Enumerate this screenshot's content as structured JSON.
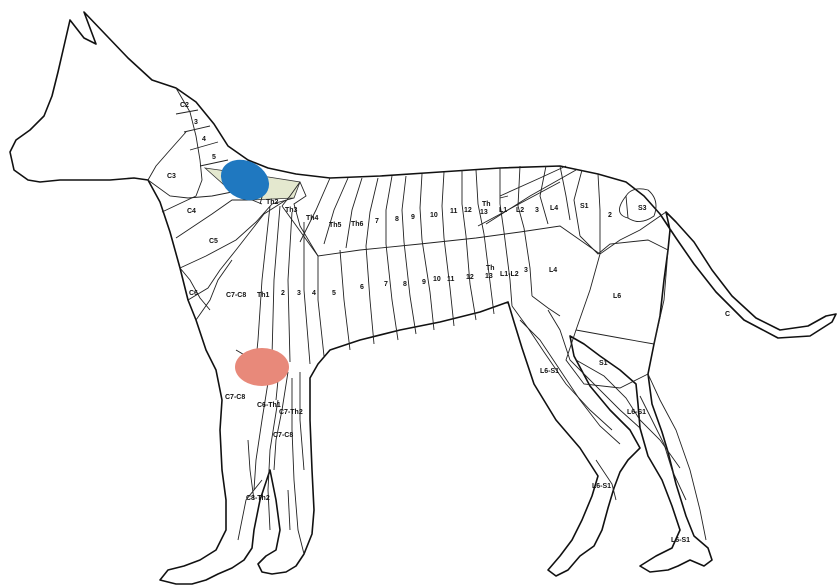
{
  "colors": {
    "outline": "#111111",
    "highlight_shoulder": "#1f78c0",
    "highlight_elbow": "#e8897a",
    "highlight_band": "#e4e8cf"
  },
  "labels": {
    "C2": "C2",
    "c3_neck": "3",
    "c4_neck": "4",
    "c5_neck": "5",
    "C3": "C3",
    "C4": "C4",
    "C5": "C5",
    "C6": "C6",
    "C7C8": "C7-C8",
    "Th2": "Th2",
    "Th3": "Th3",
    "Th4": "Th4",
    "Th5": "Th5",
    "Th6": "Th6",
    "t7": "7",
    "t8": "8",
    "t9": "9",
    "t10": "10",
    "t11": "11",
    "t12": "12",
    "Th13": "Th\n13",
    "L1": "L1",
    "L2": "L2",
    "l3": "3",
    "L4": "L4",
    "S1_top": "S1",
    "s2": "2",
    "S3": "S3",
    "Th1": "Th1",
    "b2": "2",
    "b3": "3",
    "b4": "4",
    "b5": "5",
    "b6": "6",
    "b7": "7",
    "b8": "8",
    "b9": "9",
    "b10": "10",
    "b11": "11",
    "b12": "12",
    "bTh13": "Th\n13",
    "L1L2": "L1-L2",
    "b3L": "3",
    "L4_side": "L4",
    "L6": "L6",
    "S1_side": "S1",
    "C_tail": "C",
    "L6S1_thigh": "L6-S1",
    "L6S1_hock": "L6-S1",
    "L6S1_front": "L6-S1",
    "L6S1_paw": "L6-S1",
    "C7C8_leg": "C7-C8",
    "C6Th1": "C6-Th1",
    "C7Th2": "C7-Th2",
    "C7C8_low": "C7-C8",
    "C8Th2": "C8-Th2"
  }
}
